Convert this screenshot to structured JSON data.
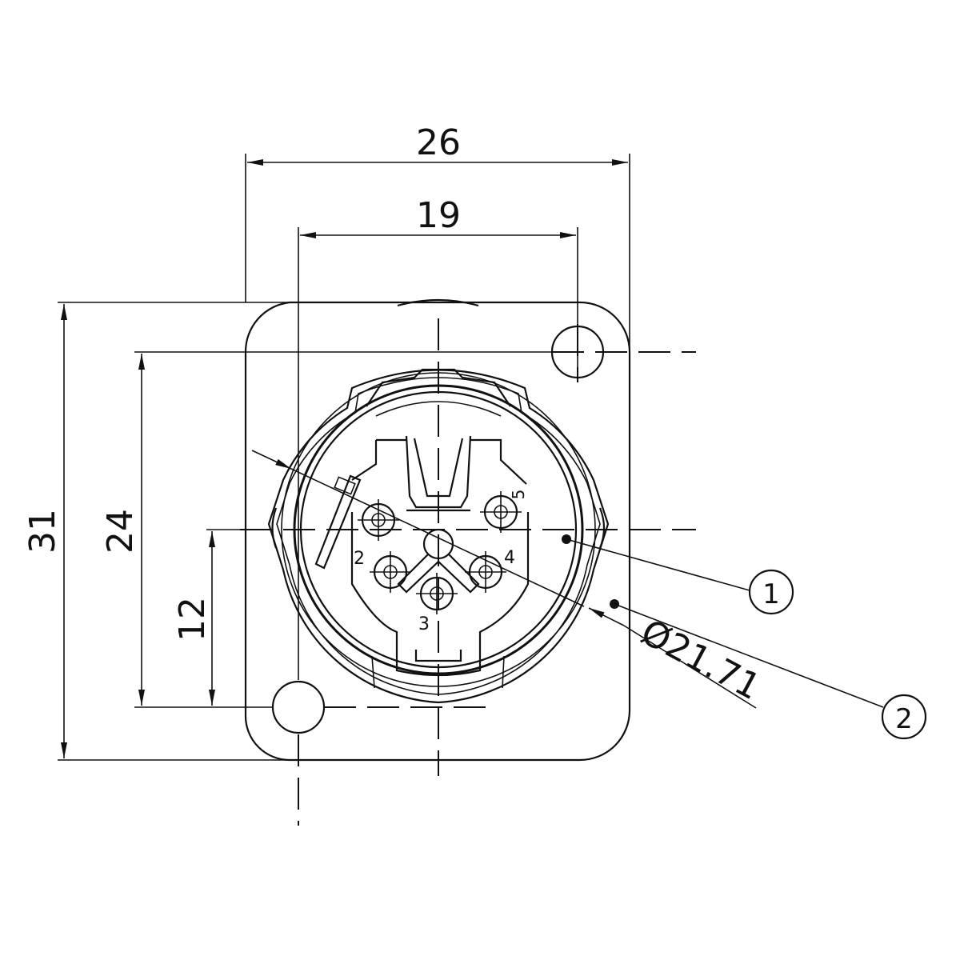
{
  "drawing": {
    "title": "Panel-mount 5-pin connector front view",
    "line_color": "#111111",
    "background": "#ffffff"
  },
  "dimensions": {
    "width_outer": "26",
    "width_holes": "19",
    "height_outer": "31",
    "height_holes": "24",
    "height_center": "12",
    "diameter": "Ø21.71"
  },
  "pins": {
    "labels": [
      "2",
      "3",
      "4",
      "5"
    ]
  },
  "callouts": [
    {
      "number": "1"
    },
    {
      "number": "2"
    }
  ]
}
